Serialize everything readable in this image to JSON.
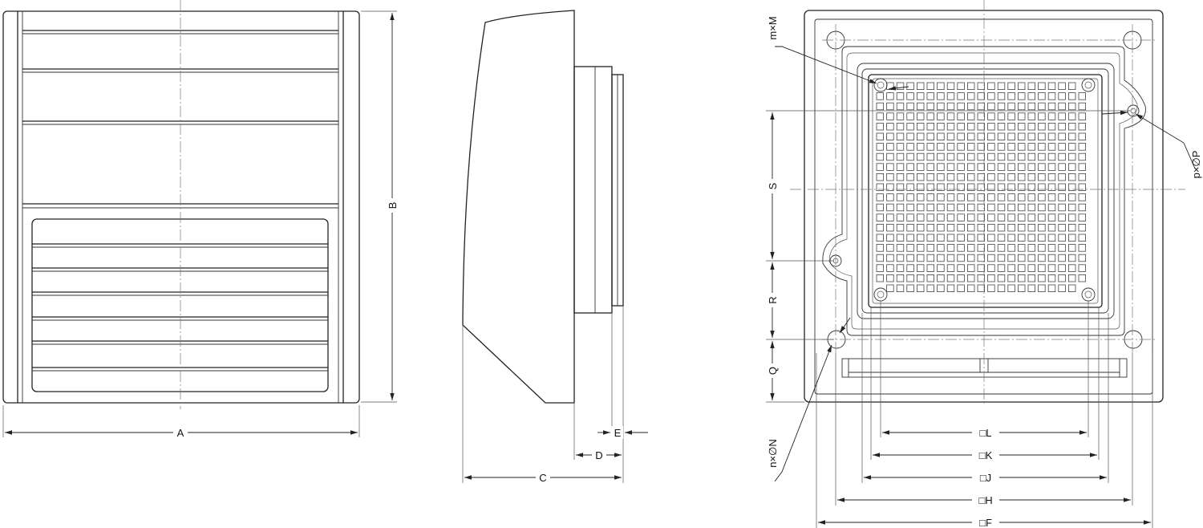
{
  "labels": {
    "A": "A",
    "B": "B",
    "C": "C",
    "D": "D",
    "E": "E",
    "F": "□F",
    "H": "□H",
    "J": "□J",
    "K": "□K",
    "L": "□L",
    "S": "S",
    "R": "R",
    "Q": "Q",
    "mM": "m×M",
    "pP": "p×∅P",
    "nN": "n×∅N"
  },
  "colors": {
    "line": "#222222",
    "background": "#ffffff"
  }
}
